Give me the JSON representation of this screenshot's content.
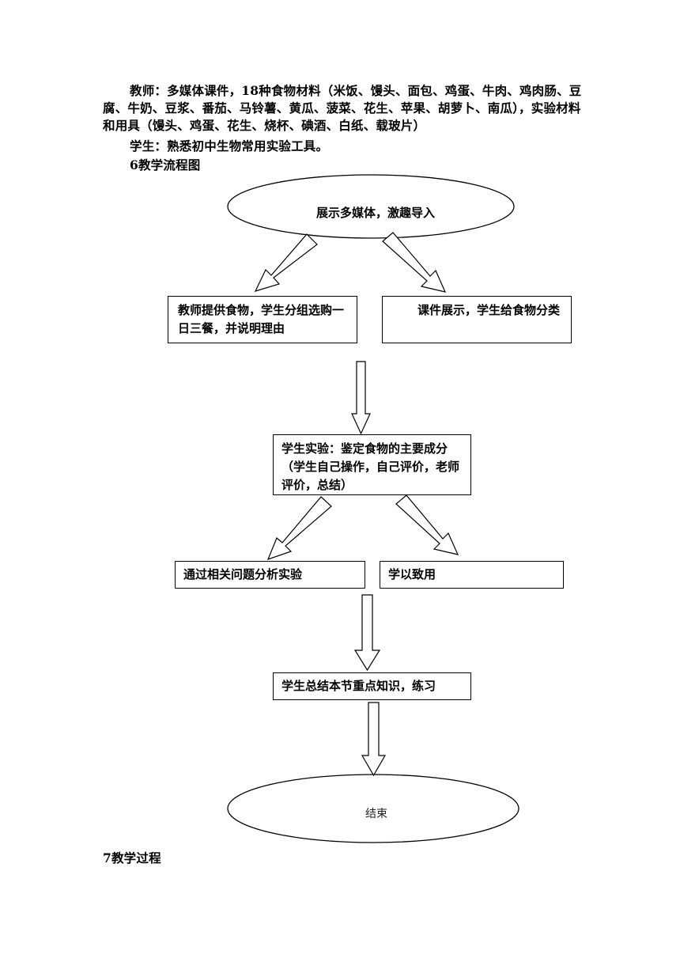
{
  "paragraphs": {
    "teacher": "教师：多媒体课件，18种食物材料（米饭、馒头、面包、鸡蛋、牛肉、鸡肉肠、豆腐、牛奶、豆浆、番茄、马铃薯、黄瓜、菠菜、花生、苹果、胡萝卜、南瓜），实验材料和用具（馒头、鸡蛋、花生、烧杯、碘酒、白纸、载玻片）",
    "student": "学生：熟悉初中生物常用实验工具。",
    "flow_heading": "6教学流程图",
    "process_heading": "7教学过程"
  },
  "flowchart": {
    "start": "展示多媒体，激趣导入",
    "select_meals": "教师提供食物，学生分组选购一日三餐，并说明理由",
    "classify": "课件展示，学生给食物分类",
    "experiment": "学生实验：鉴定食物的主要成分（学生自己操作，自己评价，老师评价，总结）",
    "analysis": "通过相关问题分析实验",
    "apply": "学以致用",
    "summary": "学生总结本节重点知识，练习",
    "end": "结束"
  }
}
